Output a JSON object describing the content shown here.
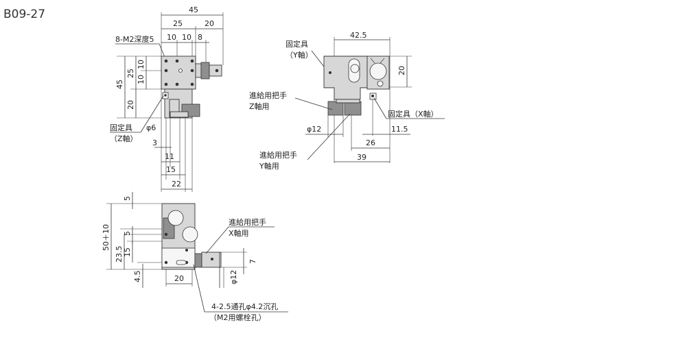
{
  "title": "B09-27",
  "front_view": {
    "dims": {
      "top_total": "45",
      "top_25": "25",
      "top_20": "20",
      "top_10a": "10",
      "top_10b": "10",
      "top_8": "8",
      "left_45": "45",
      "left_25": "25",
      "left_10a": "10",
      "left_10b": "10",
      "left_20": "20",
      "phi6": "φ6",
      "d3": "3",
      "d11": "11",
      "d15": "15",
      "d22": "22"
    },
    "labels": {
      "tap": "8-M2深度5",
      "clamp_z_1": "固定具",
      "clamp_z_2": "（Z軸）"
    }
  },
  "side_view": {
    "dims": {
      "top_425": "42.5",
      "right_20": "20",
      "phi12": "φ12",
      "d115": "11.5",
      "d26": "26",
      "d39": "39"
    },
    "labels": {
      "clamp_y_1": "固定具",
      "clamp_y_2": "（Y軸）",
      "feed_z_1": "進給用把手",
      "feed_z_2": "Z軸用",
      "clamp_x": "固定具（X軸）",
      "feed_y_1": "進給用把手",
      "feed_y_2": "Y軸用"
    }
  },
  "top_view": {
    "dims": {
      "d5_top": "5",
      "d50_10": "50＋10",
      "d5_mid": "5",
      "d235": "23.5",
      "d15": "15",
      "d45": "4.5",
      "d20": "20",
      "phi12": "φ12",
      "d7": "7"
    },
    "labels": {
      "feed_x_1": "進給用把手",
      "feed_x_2": "X軸用",
      "holes_1": "4-2.5通孔φ4.2沉孔",
      "holes_2": "（M2用螺栓孔）"
    }
  }
}
